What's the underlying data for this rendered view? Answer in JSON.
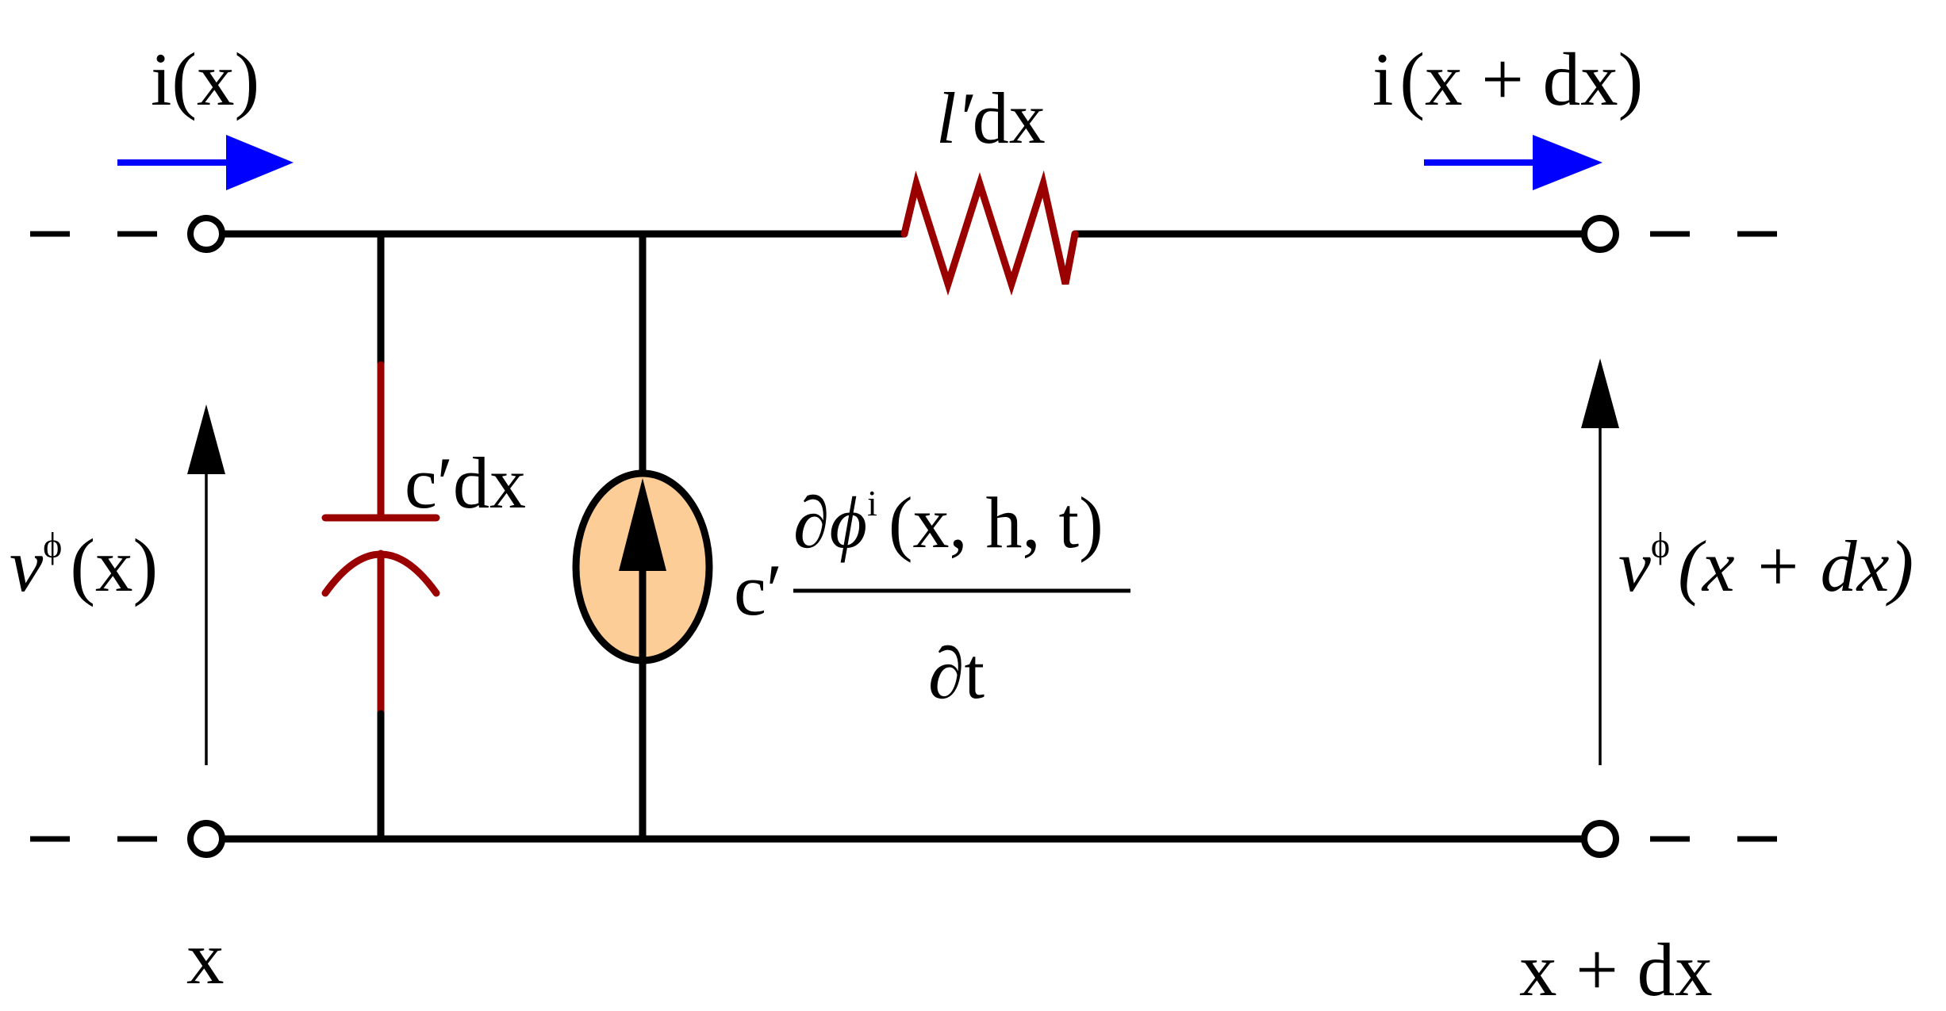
{
  "labels": {
    "current_in": "i(x)",
    "current_out_i": "i",
    "current_out_args": "(x + dx)",
    "inductor_l": "l′",
    "inductor_dx": "dx",
    "capacitor": "c′dx",
    "source_coef": "c′",
    "source_numer_d": "∂",
    "source_numer_phi": "ϕ",
    "source_numer_sup": "i",
    "source_numer_args": "(x, h, t)",
    "source_denom": "∂t",
    "voltage_left_v": "v",
    "voltage_left_sup": "ϕ",
    "voltage_left_args": "(x)",
    "voltage_right_v": "v",
    "voltage_right_sup": "ϕ",
    "voltage_right_args": "(x + dx)",
    "pos_left": "x",
    "pos_right": "x + dx"
  },
  "colors": {
    "wire": "#000000",
    "component": "#9b0000",
    "current_arrow": "#0000ff",
    "source_fill": "#fdcd98"
  }
}
